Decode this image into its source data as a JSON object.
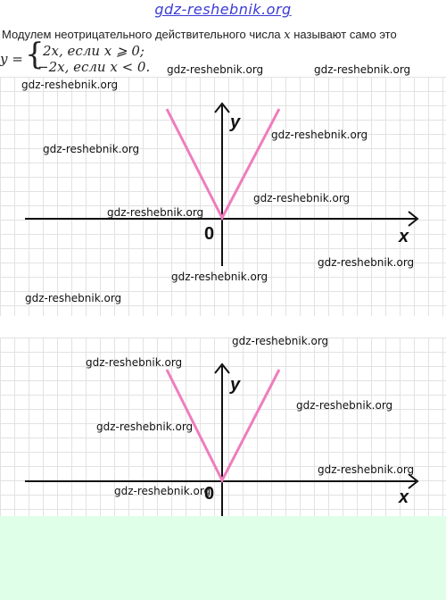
{
  "site": {
    "link_text": "gdz-reshebnik.org"
  },
  "statement": {
    "text_before": "Модулем неотрицательного действительного числа ",
    "var": "x",
    "text_after": " называют само это"
  },
  "formula": {
    "lhs": "y =",
    "brace": "{",
    "case1": "2x,  если x ⩾ 0;",
    "case2": "−2x,  если x < 0."
  },
  "graph1": {
    "x_label": "x",
    "y_label": "y",
    "origin_label": "0"
  },
  "graph2": {
    "x_label": "x",
    "y_label": "y",
    "origin_label": "0"
  },
  "watermark": {
    "text": "gdz-reshebnik.org"
  },
  "colors": {
    "curve": "#ef7dbd",
    "axis": "#111111",
    "grid": "#e2e2e2",
    "link": "#3b3bd6",
    "bottom_fill": "#dfffe9"
  }
}
